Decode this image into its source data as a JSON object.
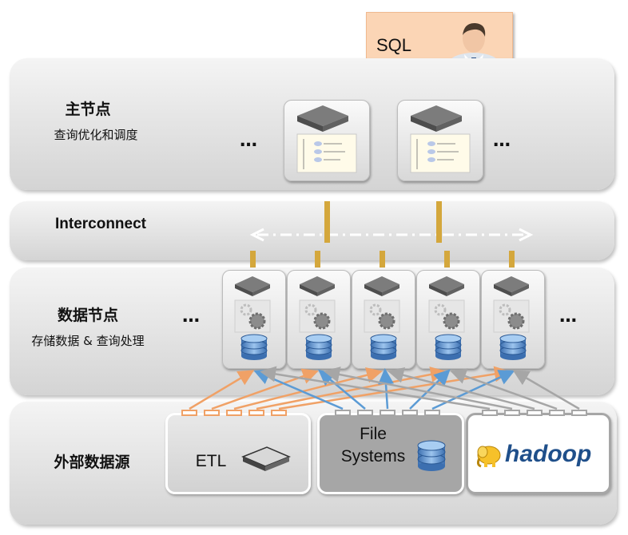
{
  "sql_label": "SQL",
  "master": {
    "title": "主节点",
    "subtitle": "查询优化和调度",
    "ellipsis_left": "…",
    "ellipsis_right": "…"
  },
  "interconnect": {
    "title": "Interconnect"
  },
  "data_nodes": {
    "title": "数据节点",
    "subtitle": "存储数据 & 查询处理",
    "ellipsis_left": "…",
    "ellipsis_right": "…"
  },
  "external": {
    "title": "外部数据源",
    "etl_label": "ETL",
    "fs_label": "File Systems",
    "hadoop_label": "hadoop"
  },
  "colors": {
    "etl_arrow": "#f0a166",
    "fs_arrow": "#5b9bd5",
    "hadoop_arrow": "#a6a6a6",
    "link_bar": "#d4a73c",
    "sql_box": "#fbd5b5",
    "hadoop_logo": "#2c66a8"
  }
}
